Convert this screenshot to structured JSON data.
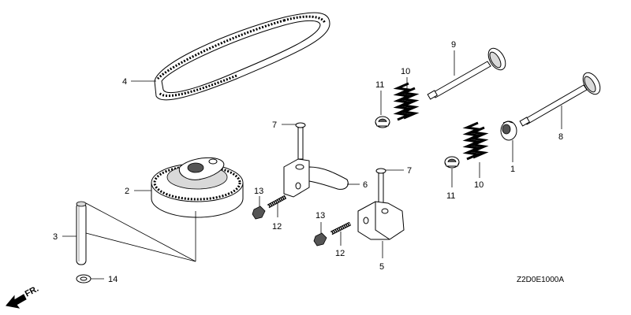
{
  "diagram": {
    "callouts": {
      "p1": "1",
      "p2": "2",
      "p3": "3",
      "p4": "4",
      "p5": "5",
      "p6": "6",
      "p7a": "7",
      "p7b": "7",
      "p8": "8",
      "p9": "9",
      "p10a": "10",
      "p10b": "10",
      "p11a": "11",
      "p11b": "11",
      "p12a": "12",
      "p12b": "12",
      "p13a": "13",
      "p13b": "13",
      "p14": "14"
    },
    "diagram_code": "Z2D0E1000A",
    "front_marker": "FR."
  }
}
